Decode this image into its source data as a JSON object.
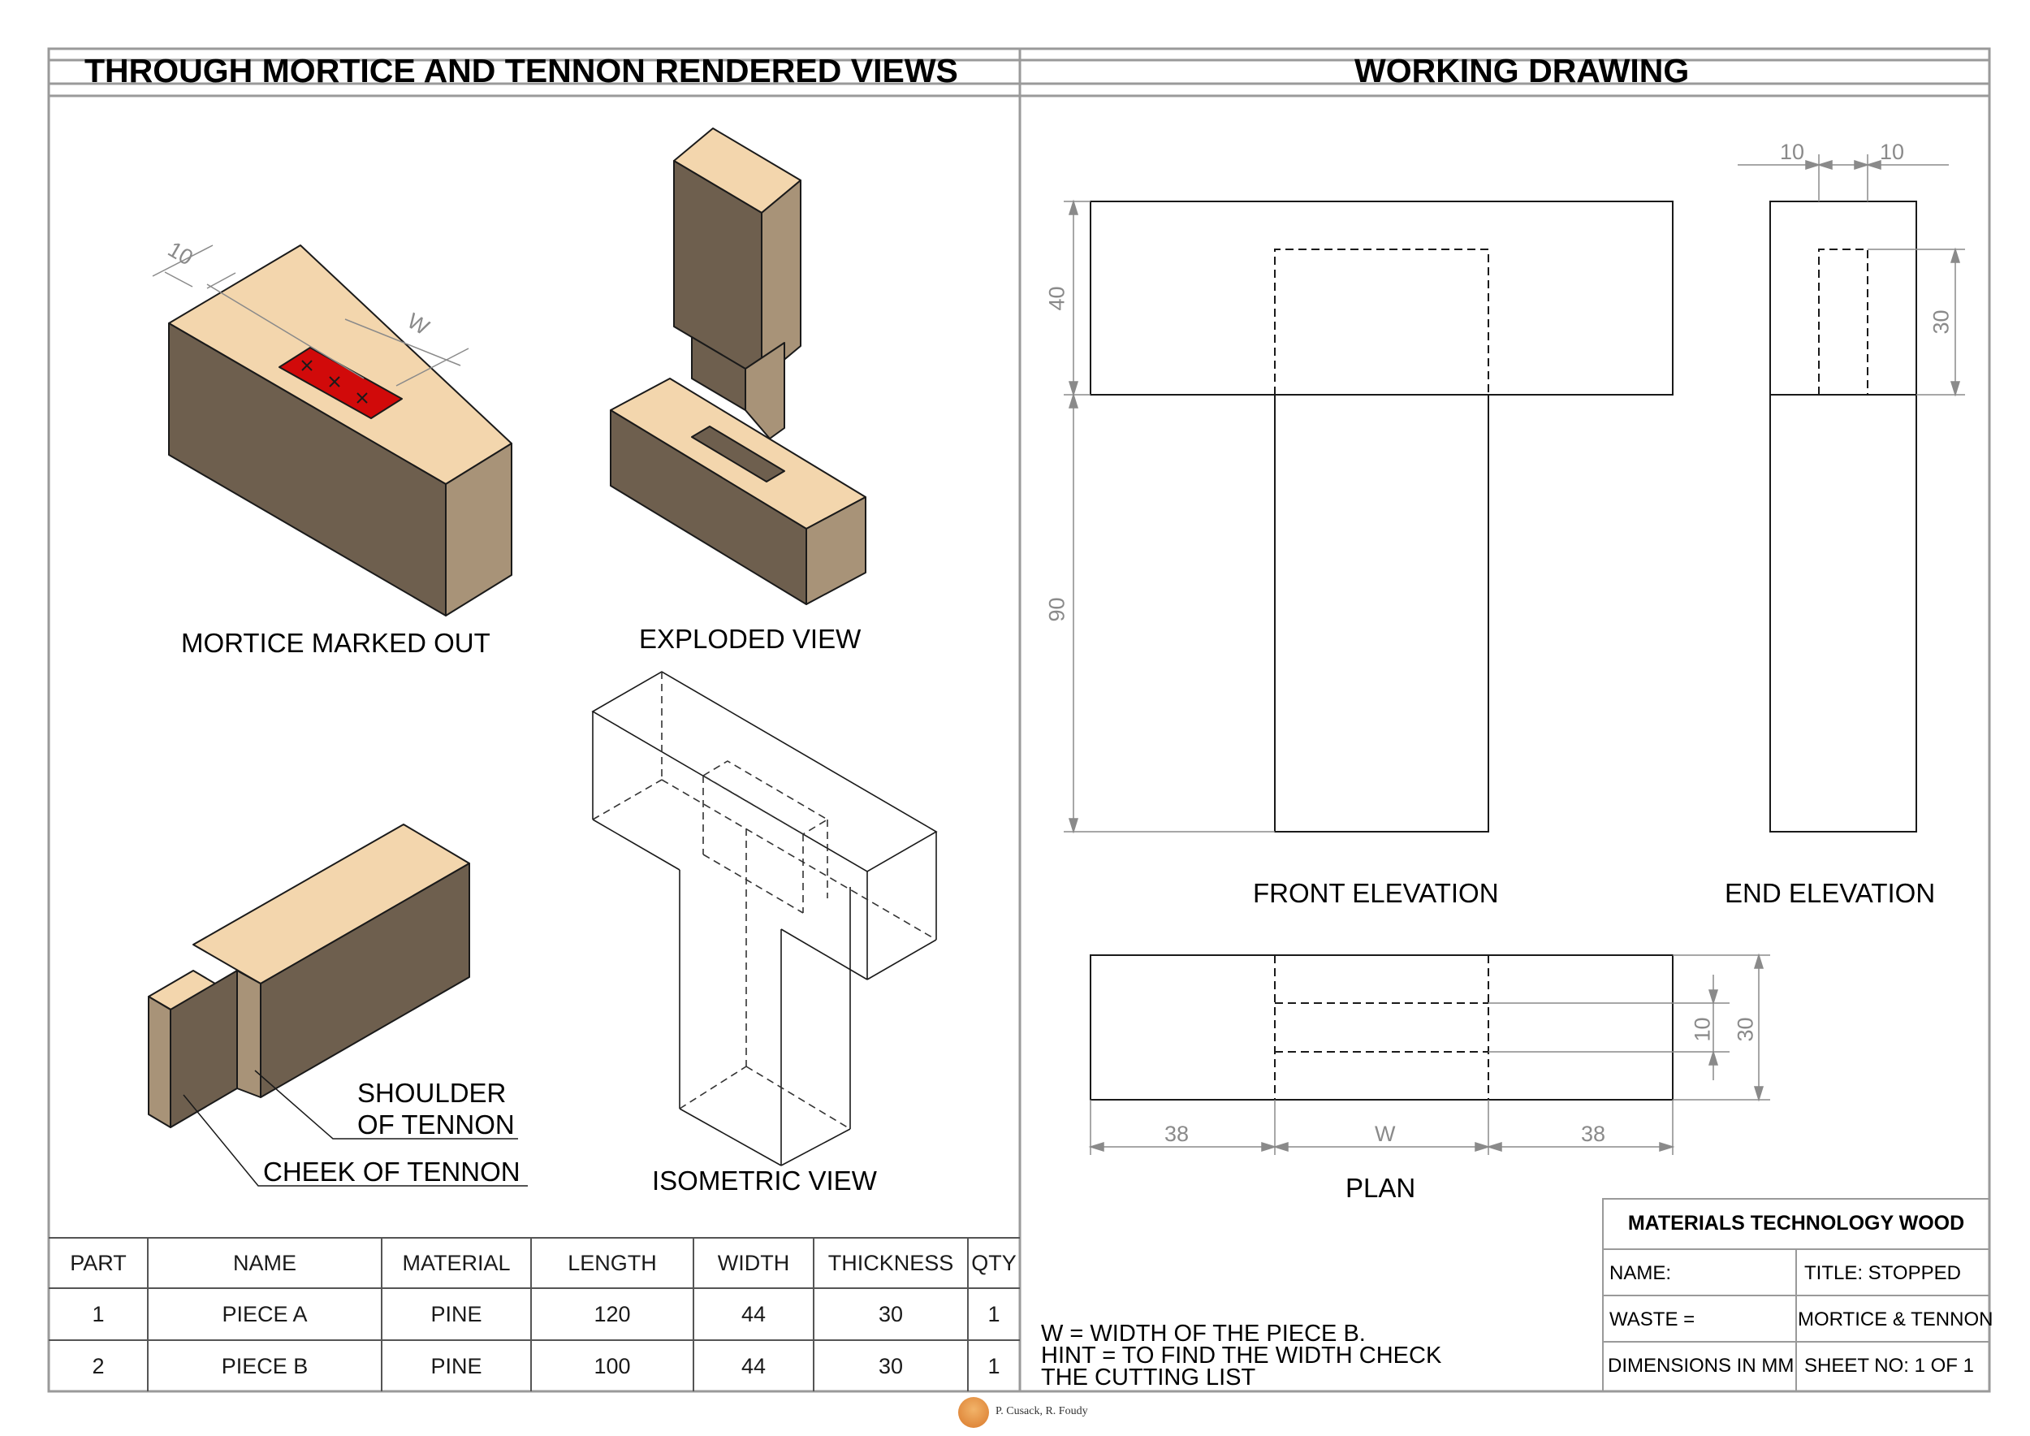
{
  "headers": {
    "left": "THROUGH MORTICE AND TENNON RENDERED VIEWS",
    "right": "WORKING DRAWING"
  },
  "views": {
    "mortice_marked_out": "MORTICE MARKED OUT",
    "exploded": "EXPLODED VIEW",
    "isometric": "ISOMETRIC VIEW",
    "front_elevation": "FRONT ELEVATION",
    "end_elevation": "END ELEVATION",
    "plan": "PLAN"
  },
  "callouts": {
    "shoulder_line1": "SHOULDER",
    "shoulder_line2": "OF TENNON",
    "cheek": "CHEEK OF TENNON"
  },
  "mortice_dims": {
    "ten": "10",
    "w": "W"
  },
  "front_dims": {
    "top_height": "40",
    "stem_height": "90"
  },
  "end_dims": {
    "left_ten": "10",
    "right_ten": "10",
    "thirty": "30"
  },
  "plan_dims": {
    "left": "38",
    "middle": "W",
    "right": "38",
    "ten": "10",
    "thirty": "30"
  },
  "cutting_list": {
    "headers": [
      "PART",
      "NAME",
      "MATERIAL",
      "LENGTH",
      "WIDTH",
      "THICKNESS",
      "QTY"
    ],
    "rows": [
      [
        "1",
        "PIECE A",
        "PINE",
        "120",
        "44",
        "30",
        "1"
      ],
      [
        "2",
        "PIECE B",
        "PINE",
        "100",
        "44",
        "30",
        "1"
      ]
    ]
  },
  "note": {
    "line1": "W = WIDTH OF THE PIECE B.",
    "line2": "HINT = TO FIND THE WIDTH CHECK",
    "line3": "THE CUTTING LIST"
  },
  "title_block": {
    "title": "MATERIALS TECHNOLOGY WOOD",
    "name": "NAME:",
    "title_field": "TITLE: STOPPED",
    "waste": "WASTE =",
    "subtitle": "MORTICE & TENNON",
    "dimensions": "DIMENSIONS IN MM",
    "sheet": "SHEET NO: 1 OF 1"
  },
  "credit": "P. Cusack, R. Foudy",
  "colors": {
    "wood_top": "#f3d6ad",
    "wood_front": "#6e5f4e",
    "wood_side": "#a89378",
    "mortice_red": "#d10a0a",
    "dimension_grey": "#8a8a8a"
  }
}
